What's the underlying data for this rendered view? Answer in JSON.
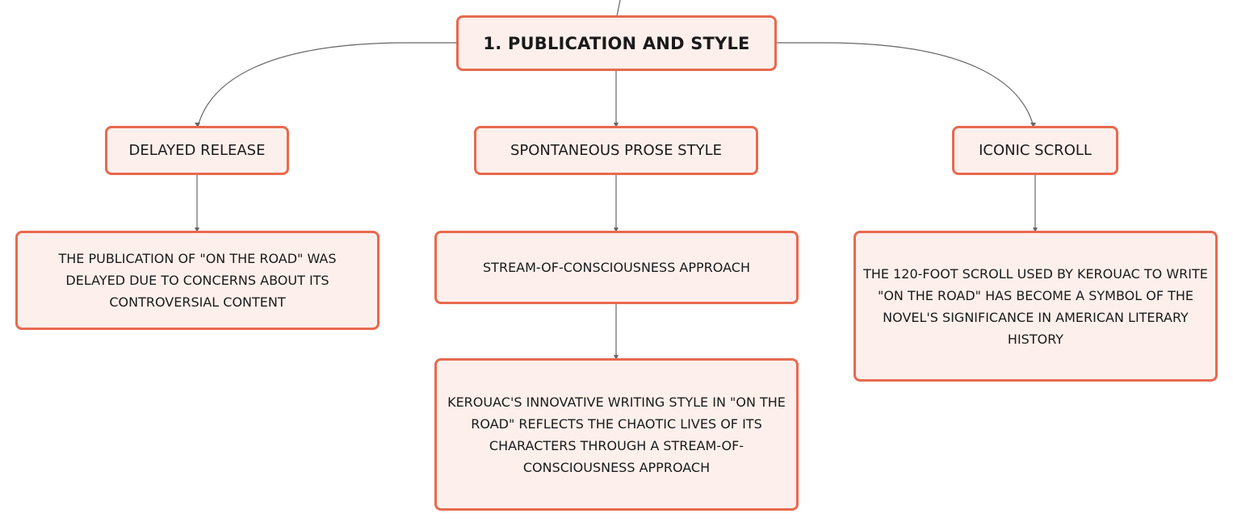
{
  "root": {
    "label": "1. PUBLICATION AND STYLE"
  },
  "branches": [
    {
      "label": "DELAYED RELEASE"
    },
    {
      "label": "SPONTANEOUS PROSE STYLE"
    },
    {
      "label": "ICONIC SCROLL"
    }
  ],
  "leaves": {
    "delayed": "THE PUBLICATION OF \"ON THE ROAD\" WAS DELAYED DUE TO CONCERNS ABOUT ITS CONTROVERSIAL CONTENT",
    "stream": "STREAM-OF-CONSCIOUSNESS APPROACH",
    "innovative": "KEROUAC'S INNOVATIVE WRITING STYLE IN \"ON THE ROAD\" REFLECTS THE CHAOTIC LIVES OF ITS CHARACTERS THROUGH A STREAM-OF-CONSCIOUSNESS APPROACH",
    "scroll": "THE 120-FOOT SCROLL USED BY KEROUAC TO WRITE \"ON THE ROAD\" HAS BECOME A SYMBOL OF THE NOVEL'S SIGNIFICANCE IN AMERICAN LITERARY HISTORY"
  },
  "colors": {
    "border": "#e8694f",
    "fill": "#fdf0ec",
    "connector": "#666666",
    "text": "#1a1a1a"
  }
}
